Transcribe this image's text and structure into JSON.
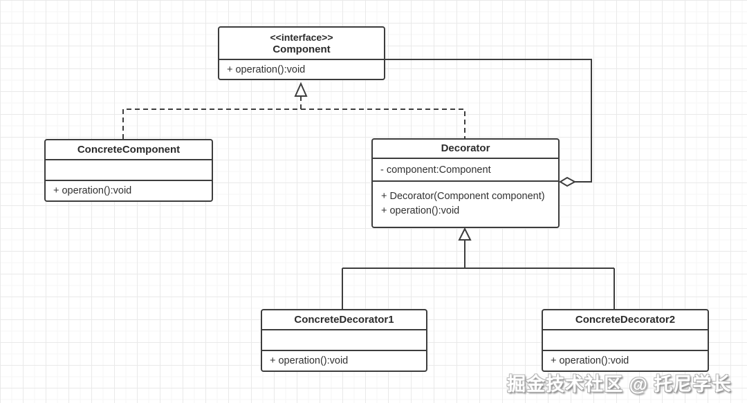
{
  "diagram": {
    "kind": "uml-class-diagram",
    "pattern": "Decorator",
    "classes": [
      {
        "id": "component",
        "stereotype": "<<interface>>",
        "name": "Component",
        "attributes": [],
        "methods": [
          "+ operation():void"
        ]
      },
      {
        "id": "concrete-component",
        "stereotype": "",
        "name": "ConcreteComponent",
        "attributes": [],
        "methods": [
          "+ operation():void"
        ]
      },
      {
        "id": "decorator",
        "stereotype": "",
        "name": "Decorator",
        "attributes": [
          "- component:Component"
        ],
        "methods": [
          "+ Decorator(Component component)",
          "+ operation():void"
        ]
      },
      {
        "id": "concrete-decorator1",
        "stereotype": "",
        "name": "ConcreteDecorator1",
        "attributes": [],
        "methods": [
          "+ operation():void"
        ]
      },
      {
        "id": "concrete-decorator2",
        "stereotype": "",
        "name": "ConcreteDecorator2",
        "attributes": [],
        "methods": [
          "+ operation():void"
        ]
      }
    ],
    "relationships": [
      {
        "type": "realization",
        "from": "ConcreteComponent",
        "to": "Component",
        "line": "dashed",
        "arrow": "open-triangle"
      },
      {
        "type": "realization",
        "from": "Decorator",
        "to": "Component",
        "line": "dashed",
        "arrow": "open-triangle"
      },
      {
        "type": "aggregation",
        "from": "Decorator",
        "to": "Component",
        "line": "solid",
        "arrow": "hollow-diamond"
      },
      {
        "type": "inheritance",
        "from": "ConcreteDecorator1",
        "to": "Decorator",
        "line": "solid",
        "arrow": "open-triangle"
      },
      {
        "type": "inheritance",
        "from": "ConcreteDecorator2",
        "to": "Decorator",
        "line": "solid",
        "arrow": "open-triangle"
      }
    ],
    "watermark": "掘金技术社区 @ 托尼学长",
    "colors": {
      "stroke": "#3c3c3c",
      "text": "#2b2b2b",
      "background": "#ffffff",
      "grid_major": "#e9e9e9",
      "grid_minor": "#f6f6f6",
      "watermark_fill": "#ffffff",
      "watermark_shadow": "#a8a8a8"
    }
  }
}
